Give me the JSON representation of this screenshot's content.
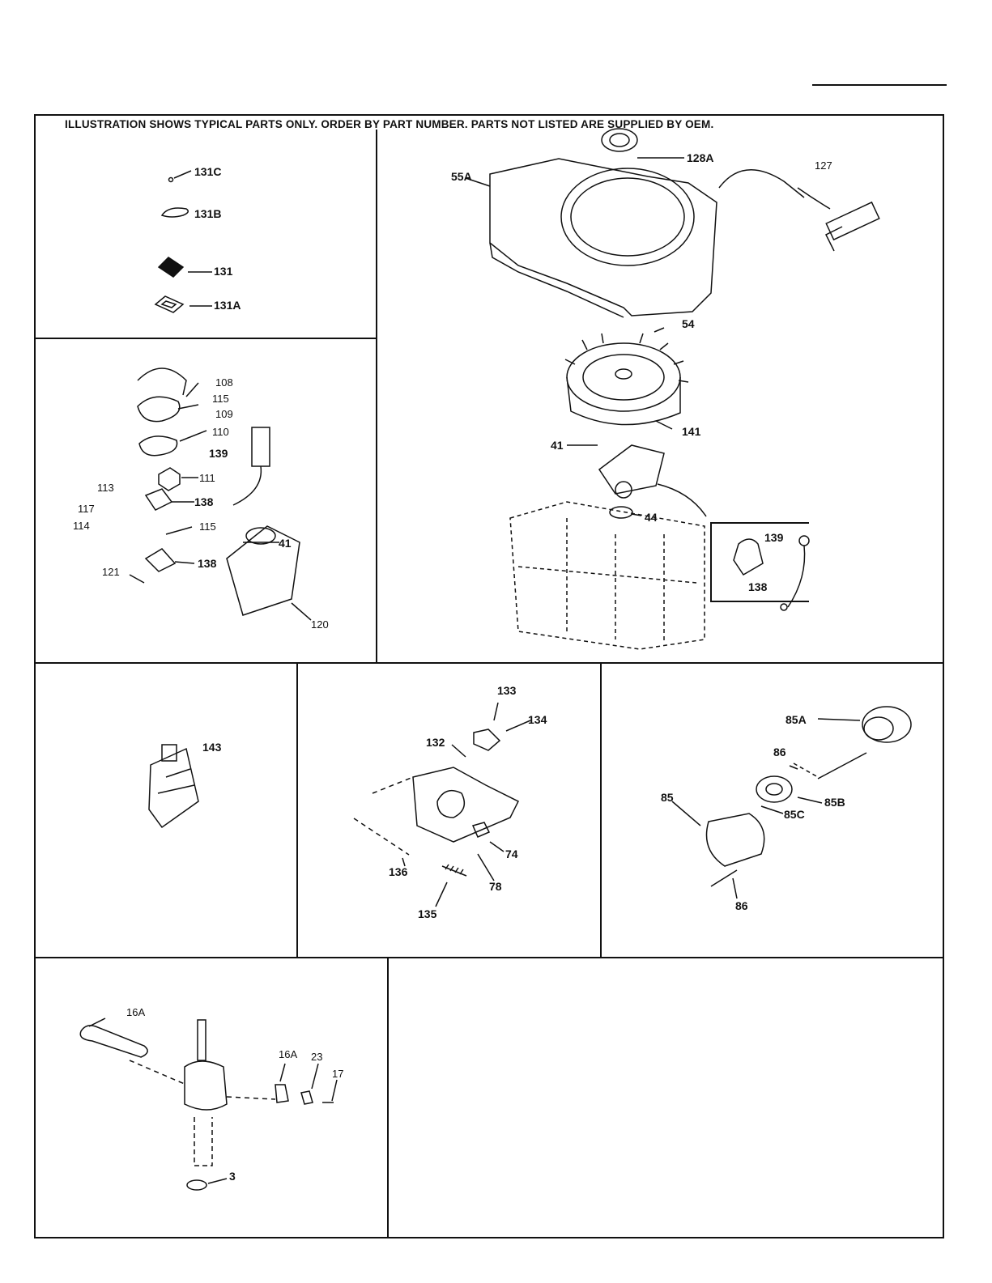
{
  "header": {
    "notice": "ILLUSTRATION SHOWS TYPICAL PARTS ONLY. ORDER BY PART NUMBER. PARTS NOT LISTED ARE SUPPLIED BY OEM."
  },
  "panels": {
    "gaskets": {
      "labels": [
        "131C",
        "131B",
        "131",
        "131A"
      ]
    },
    "blower": {
      "labels": [
        "128A",
        "55A",
        "127",
        "54",
        "141",
        "41",
        "44",
        "139",
        "138"
      ]
    },
    "ignition": {
      "labels": [
        "108",
        "115",
        "109",
        "110",
        "139",
        "111",
        "113",
        "138",
        "117",
        "114",
        "115",
        "41",
        "138",
        "121",
        "120"
      ]
    },
    "carburetor": {
      "labels": [
        "143"
      ]
    },
    "governor": {
      "labels": [
        "133",
        "134",
        "132",
        "74",
        "136",
        "78",
        "135"
      ]
    },
    "muffler": {
      "labels": [
        "85A",
        "86",
        "85",
        "85B",
        "85C",
        "86"
      ]
    },
    "crankshaft": {
      "labels": [
        "16A",
        "16A",
        "23",
        "17",
        "3"
      ]
    }
  }
}
